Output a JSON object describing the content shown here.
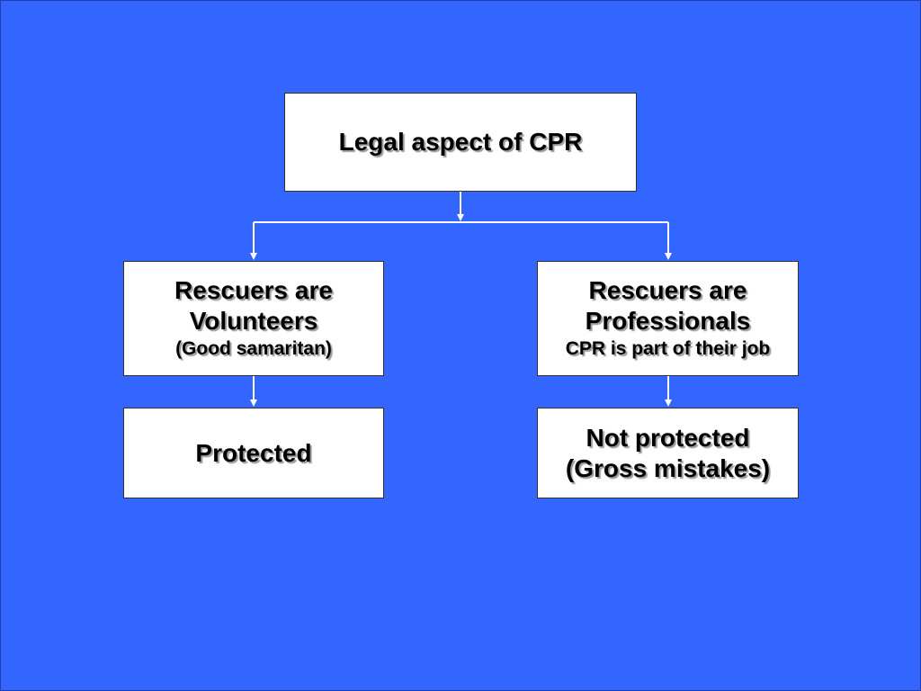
{
  "colors": {
    "background": "#3366ff",
    "box_fill": "#ffffff",
    "box_border": "#333333",
    "connector": "#ffffff",
    "text": "#000000",
    "text_shadow": "#9a9a9a"
  },
  "nodes": {
    "root": {
      "label": "Legal aspect of CPR"
    },
    "volunteers": {
      "line1": "Rescuers are",
      "line2": "Volunteers",
      "line3": "(Good samaritan)"
    },
    "professionals": {
      "line1": "Rescuers are",
      "line2": "Professionals",
      "line3": "CPR is part of their job"
    },
    "protected": {
      "label": "Protected"
    },
    "not_protected": {
      "line1": "Not protected",
      "line2": "(Gross mistakes)"
    }
  },
  "edges": [
    {
      "from": "root",
      "to": "volunteers"
    },
    {
      "from": "root",
      "to": "professionals"
    },
    {
      "from": "volunteers",
      "to": "protected"
    },
    {
      "from": "professionals",
      "to": "not_protected"
    }
  ]
}
